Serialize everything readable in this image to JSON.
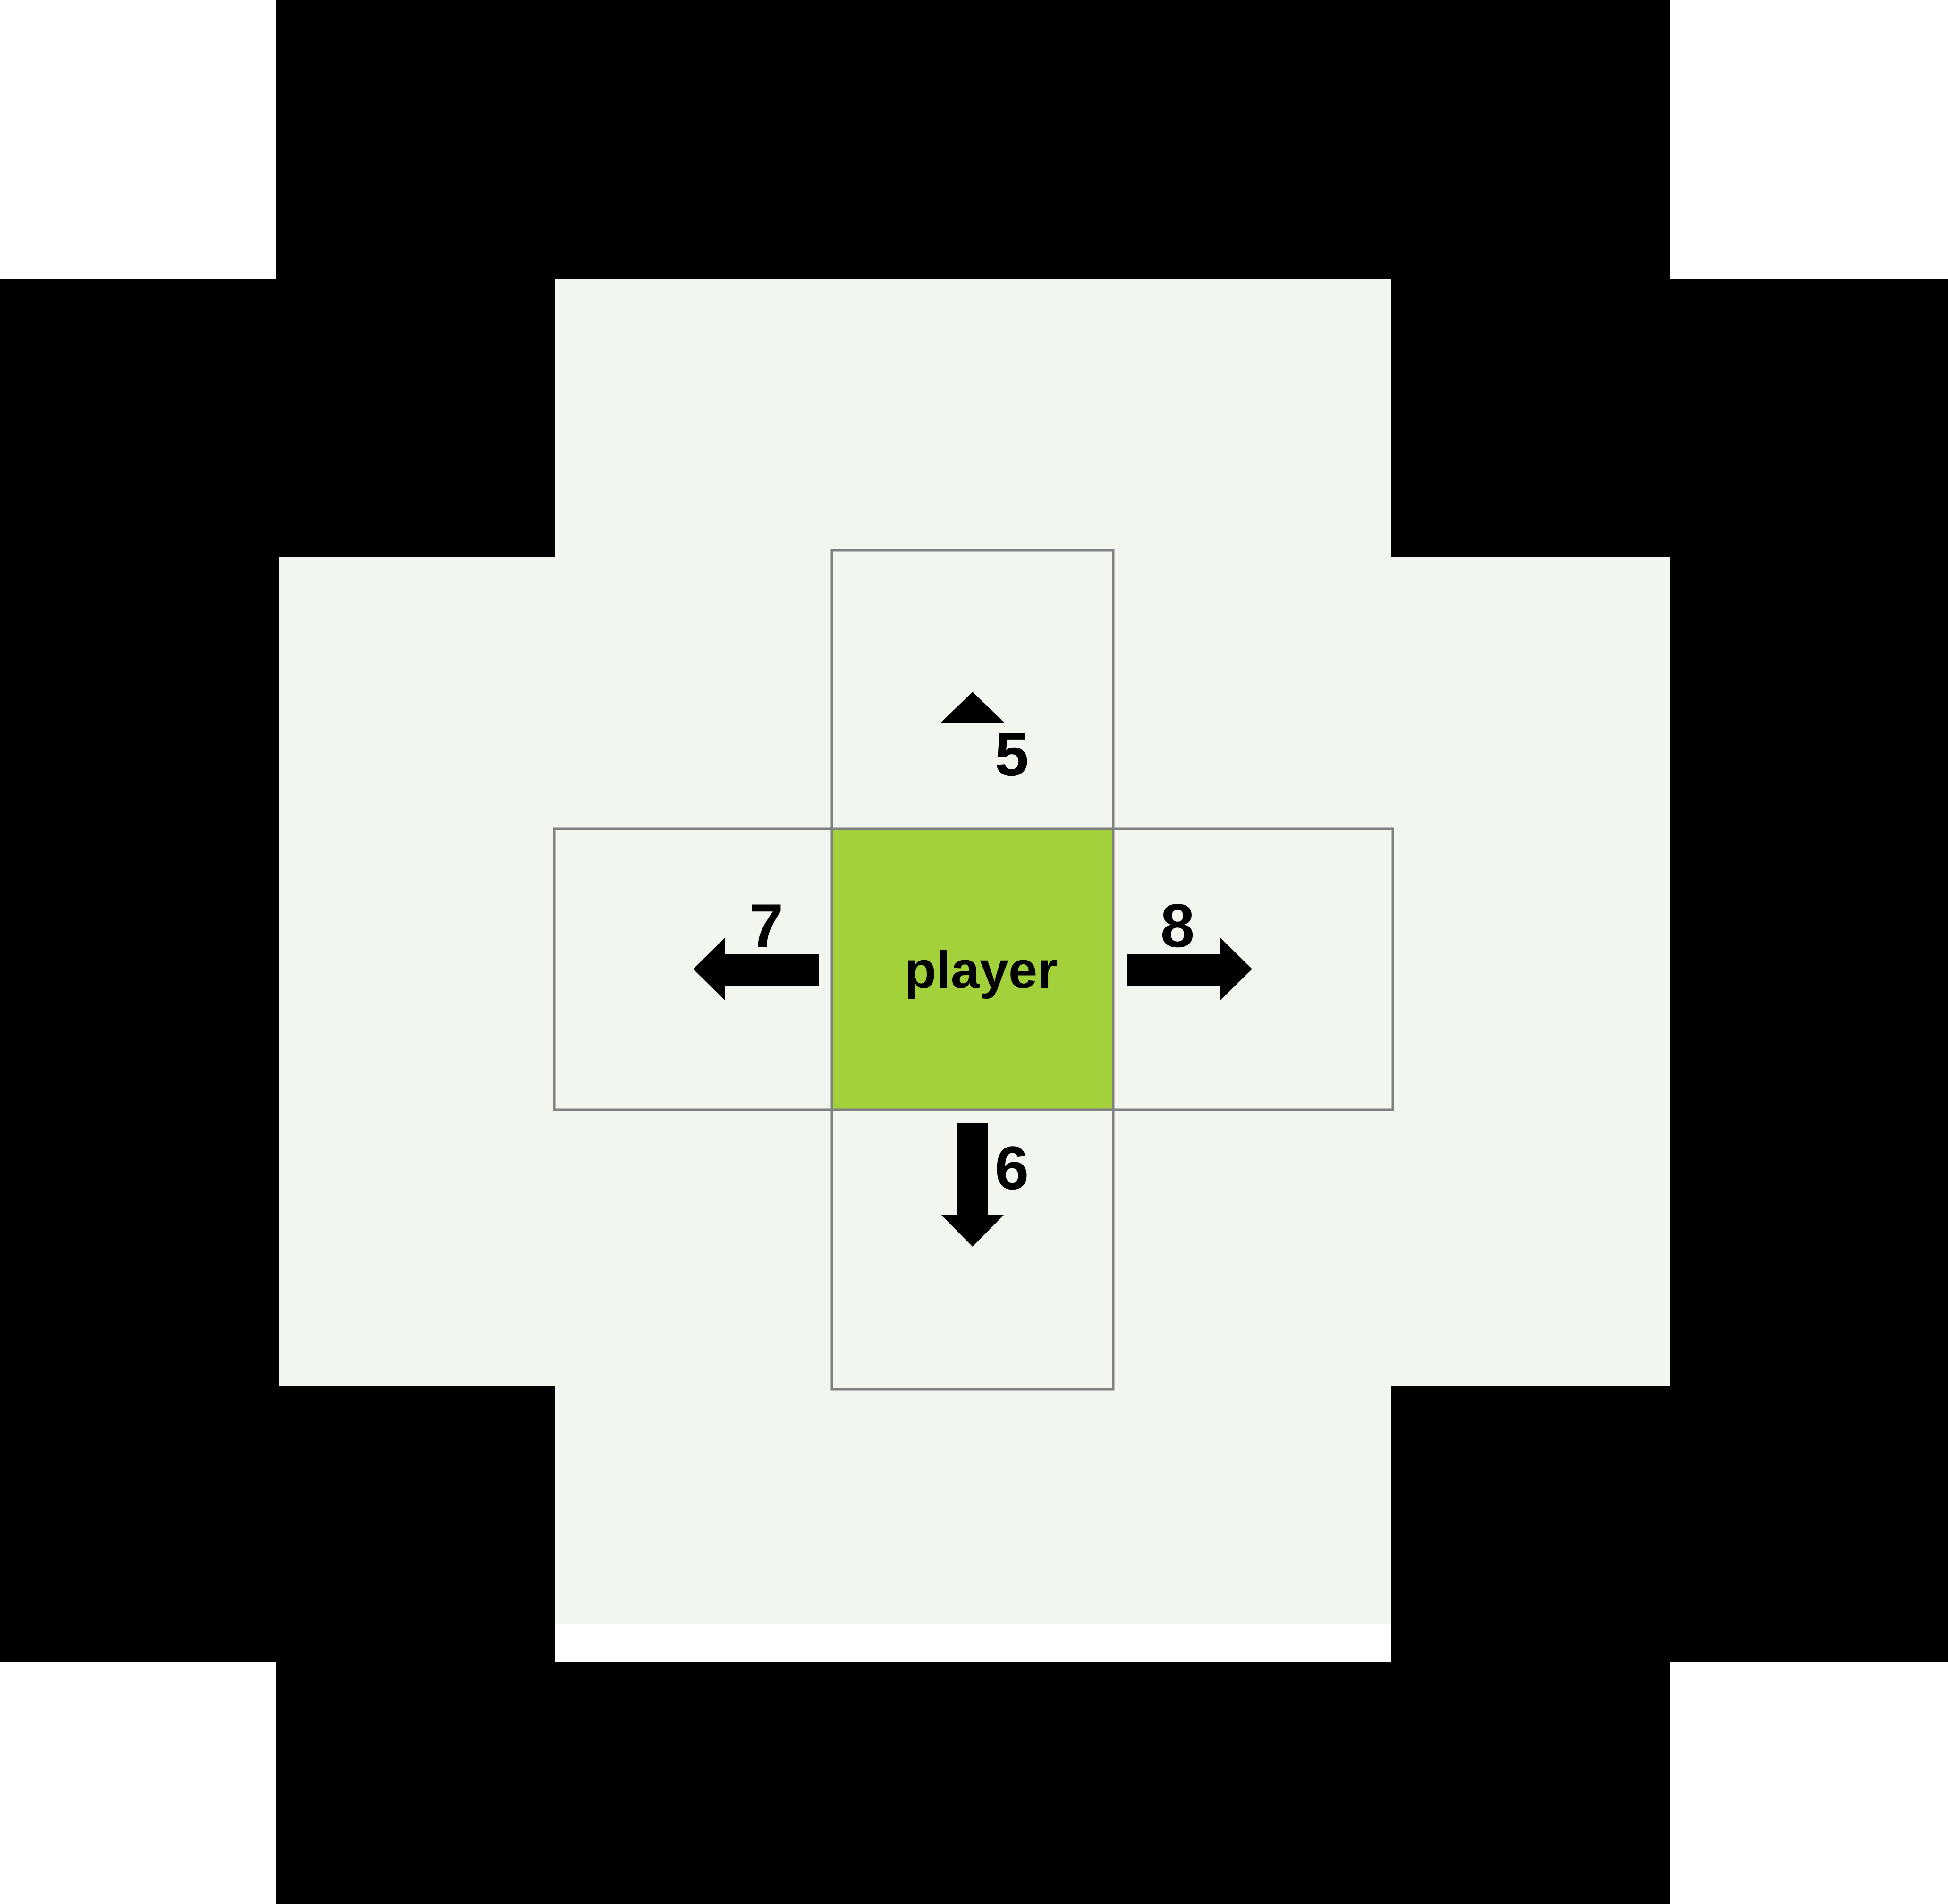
{
  "diagram": {
    "player_label": "player",
    "moves": {
      "up": "5",
      "down": "6",
      "left": "7",
      "right": "8"
    }
  },
  "colors": {
    "wall": "#000000",
    "floor": "#f1f6ee",
    "player": "#a3d13b",
    "cell_border": "#808080",
    "arrow": "#000000",
    "background": "#ffffff"
  }
}
